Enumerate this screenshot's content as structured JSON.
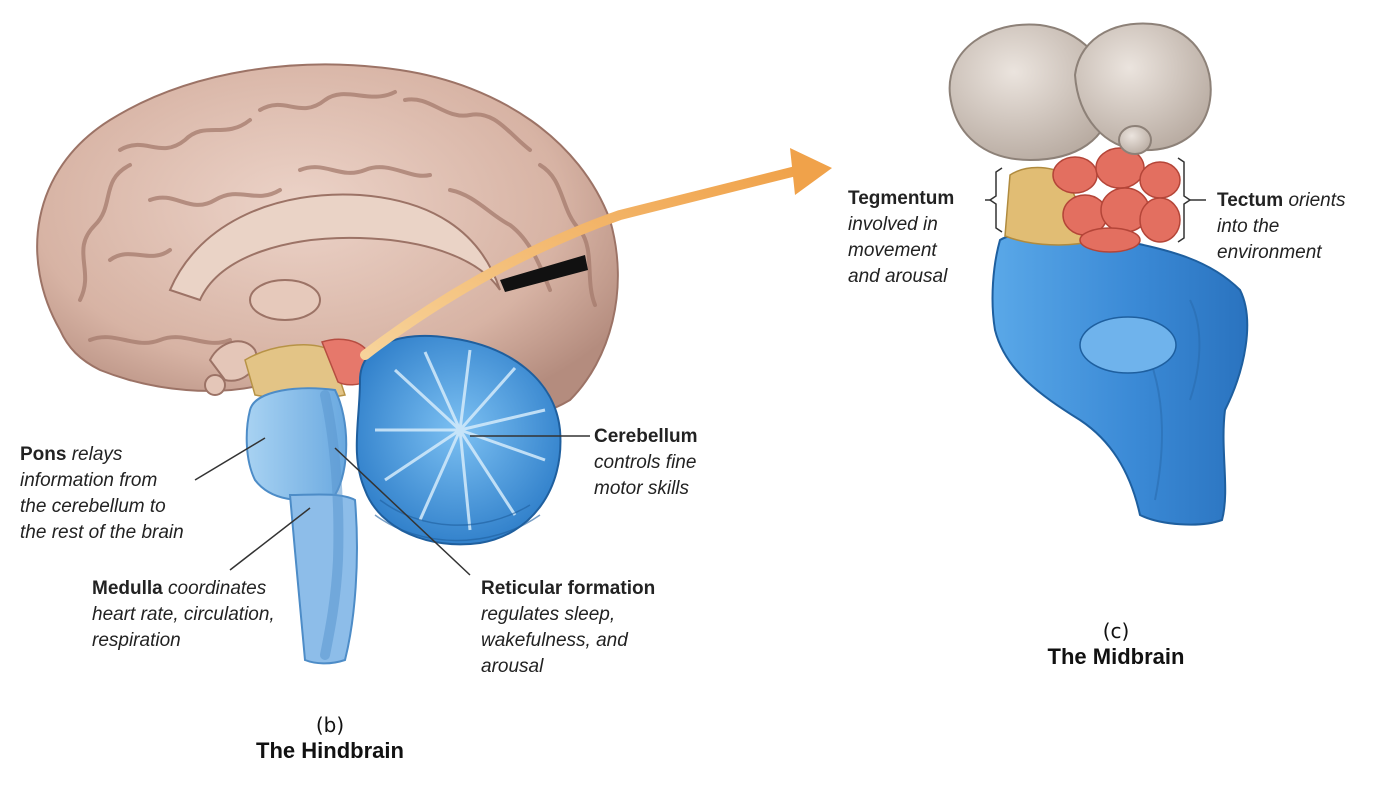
{
  "hindbrain": {
    "caption_letter": "(b)",
    "caption_title": "The Hindbrain",
    "labels": {
      "pons": {
        "term": "Pons",
        "desc_first": "relays",
        "desc_lines": [
          "information from",
          "the cerebellum to",
          "the rest of the brain"
        ]
      },
      "medulla": {
        "term": "Medulla",
        "desc_first": "coordinates",
        "desc_lines": [
          "heart rate, circulation,",
          "respiration"
        ]
      },
      "cerebellum": {
        "term": "Cerebellum",
        "desc_lines": [
          "controls fine",
          "motor skills"
        ]
      },
      "reticular": {
        "term": "Reticular formation",
        "desc_lines": [
          "regulates sleep,",
          "wakefulness, and",
          "arousal"
        ]
      }
    }
  },
  "midbrain": {
    "caption_letter": "(c)",
    "caption_title": "The Midbrain",
    "labels": {
      "tegmentum": {
        "term": "Tegmentum",
        "desc_lines": [
          "involved in",
          "movement",
          "and arousal"
        ]
      },
      "tectum": {
        "term": "Tectum",
        "desc_first": "orients",
        "desc_lines": [
          "into the",
          "environment"
        ]
      }
    }
  },
  "colors": {
    "cortex": "#d9b8aa",
    "cortex_dark": "#a97f72",
    "brainstem_blue": "#3f8fd8",
    "brainstem_light": "#9cc8ee",
    "tectum_red": "#e06a5a",
    "tegmentum_tan": "#d8b56a",
    "arrow_orange": "#f0a24a",
    "midbrain_cap": "#cfc4bb"
  }
}
